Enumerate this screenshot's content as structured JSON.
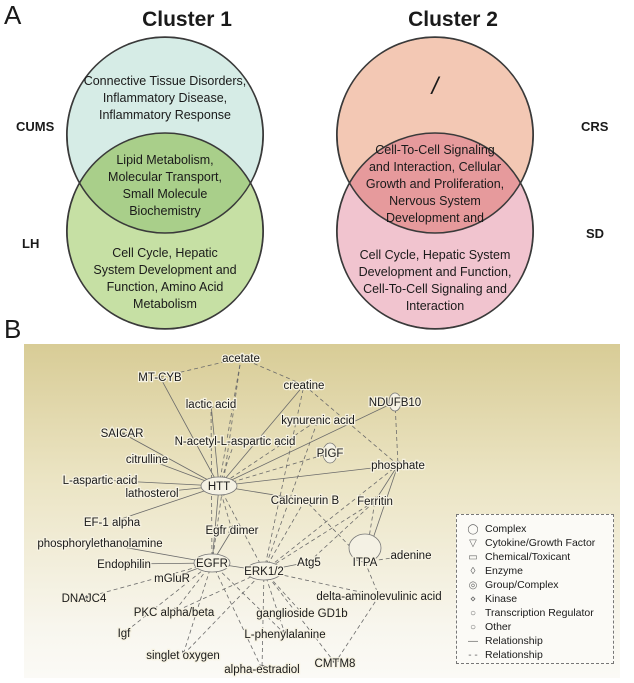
{
  "panel_a": {
    "letter": "A",
    "cluster1": {
      "title": "Cluster 1",
      "top_label": "CUMS",
      "bottom_label": "LH",
      "top_only": [
        "Connective Tissue Disorders,",
        "Inflammatory Disease,",
        "Inflammatory Response"
      ],
      "overlap": [
        "Lipid Metabolism,",
        "Molecular Transport,",
        "Small Molecule",
        "Biochemistry"
      ],
      "bottom_only": [
        "Cell Cycle, Hepatic",
        "System Development and",
        "Function, Amino Acid",
        "Metabolism"
      ],
      "top_color": "#d6ece6",
      "bottom_color": "#c6e0a4",
      "overlap_color": "#a9cf8a"
    },
    "cluster2": {
      "title": "Cluster 2",
      "top_label": "CRS",
      "bottom_label": "SD",
      "top_only": [
        "/"
      ],
      "overlap": [
        "Cell-To-Cell Signaling",
        "and Interaction, Cellular",
        "Growth and Proliferation,",
        "Nervous System",
        "Development and"
      ],
      "bottom_only": [
        "Cell Cycle, Hepatic System",
        "Development and Function,",
        "Cell-To-Cell Signaling and",
        "Interaction"
      ],
      "top_color": "#f3c8b4",
      "bottom_color": "#f1c4cf",
      "overlap_color": "#e69a9c"
    }
  },
  "panel_b": {
    "letter": "B",
    "nodes": [
      {
        "id": "acetate",
        "label": "acetate"
      },
      {
        "id": "mtcyb",
        "label": "MT-CYB"
      },
      {
        "id": "creatine",
        "label": "creatine"
      },
      {
        "id": "lactic",
        "label": "lactic acid"
      },
      {
        "id": "ndufb10",
        "label": "NDUFB10"
      },
      {
        "id": "kynurenic",
        "label": "kynurenic acid"
      },
      {
        "id": "saicar",
        "label": "SAICAR"
      },
      {
        "id": "naa",
        "label": "N-acetyl-L-aspartic acid"
      },
      {
        "id": "pigf",
        "label": "PIGF"
      },
      {
        "id": "citrulline",
        "label": "citrulline"
      },
      {
        "id": "phosphate",
        "label": "phosphate"
      },
      {
        "id": "laspartic",
        "label": "L-aspartic acid"
      },
      {
        "id": "htt",
        "label": "HTT"
      },
      {
        "id": "lathosterol",
        "label": "lathosterol"
      },
      {
        "id": "calcineurin",
        "label": "Calcineurin B"
      },
      {
        "id": "ferritin",
        "label": "Ferritin"
      },
      {
        "id": "ef1",
        "label": "EF-1 alpha"
      },
      {
        "id": "egfrdimer",
        "label": "Egfr dimer"
      },
      {
        "id": "pea",
        "label": "phosphorylethanolamine"
      },
      {
        "id": "itpa",
        "label": "ITPA"
      },
      {
        "id": "adenine",
        "label": "adenine"
      },
      {
        "id": "endophilin",
        "label": "Endophilin"
      },
      {
        "id": "egfr",
        "label": "EGFR"
      },
      {
        "id": "erk",
        "label": "ERK1/2"
      },
      {
        "id": "atg5",
        "label": "Atg5"
      },
      {
        "id": "mglur",
        "label": "mGluR"
      },
      {
        "id": "dala",
        "label": "delta-aminolevulinic acid"
      },
      {
        "id": "dnajc4",
        "label": "DNAJC4"
      },
      {
        "id": "pkc",
        "label": "PKC alpha/beta"
      },
      {
        "id": "gd1b",
        "label": "ganglioside GD1b"
      },
      {
        "id": "igf",
        "label": "Igf"
      },
      {
        "id": "lphe",
        "label": "L-phenylalanine"
      },
      {
        "id": "singlet",
        "label": "singlet oxygen"
      },
      {
        "id": "cmtm8",
        "label": "CMTM8"
      },
      {
        "id": "estradiol",
        "label": "alpha-estradiol"
      }
    ],
    "legend": [
      {
        "icon": "circle-icon",
        "label": "Complex"
      },
      {
        "icon": "cytokine-icon",
        "label": "Cytokine/Growth Factor"
      },
      {
        "icon": "chemical-icon",
        "label": "Chemical/Toxicant"
      },
      {
        "icon": "enzyme-icon",
        "label": "Enzyme"
      },
      {
        "icon": "group-icon",
        "label": "Group/Complex"
      },
      {
        "icon": "kinase-icon",
        "label": "Kinase"
      },
      {
        "icon": "transcription-regulator-icon",
        "label": "Transcription Regulator"
      },
      {
        "icon": "other-icon",
        "label": "Other"
      },
      {
        "icon": "solid-line-icon",
        "label": "Relationship"
      },
      {
        "icon": "dashed-line-icon",
        "label": "Relationship"
      }
    ]
  }
}
